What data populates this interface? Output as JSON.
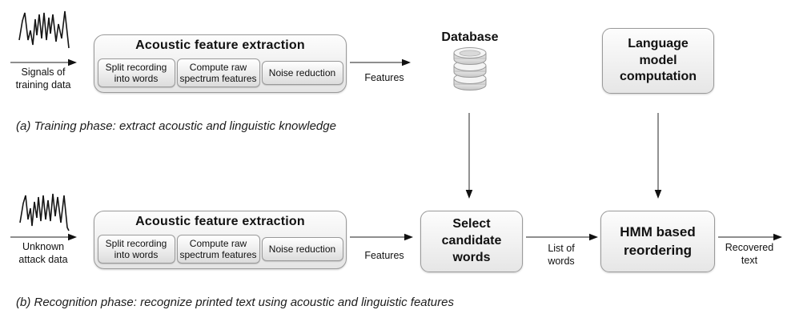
{
  "colors": {
    "box_border": "#9a9a9a",
    "box_fill_top": "#fdfdfd",
    "box_fill_bottom": "#e5e5e5",
    "arrow_line": "#4a4a4a",
    "arrow_head": "#111111",
    "text": "#111111"
  },
  "phase_a": {
    "caption": "(a) Training phase: extract acoustic and linguistic knowledge",
    "input_label": "Signals of\ntraining data",
    "acoustic_feature_extraction": {
      "title": "Acoustic feature extraction",
      "steps": [
        "Split recording\ninto words",
        "Compute raw\nspectrum features",
        "Noise reduction"
      ]
    },
    "features_label": "Features",
    "database_label": "Database",
    "language_model_label": "Language\nmodel\ncomputation"
  },
  "phase_b": {
    "caption": "(b) Recognition phase: recognize printed text using acoustic and linguistic features",
    "input_label": "Unknown\nattack data",
    "acoustic_feature_extraction": {
      "title": "Acoustic feature extraction",
      "steps": [
        "Split recording\ninto words",
        "Compute raw\nspectrum features",
        "Noise reduction"
      ]
    },
    "features_label": "Features",
    "select_candidate_words_label": "Select\ncandidate\nwords",
    "list_of_words_label": "List of\nwords",
    "hmm_reordering_label": "HMM based\nreordering",
    "recovered_text_label": "Recovered\ntext"
  }
}
